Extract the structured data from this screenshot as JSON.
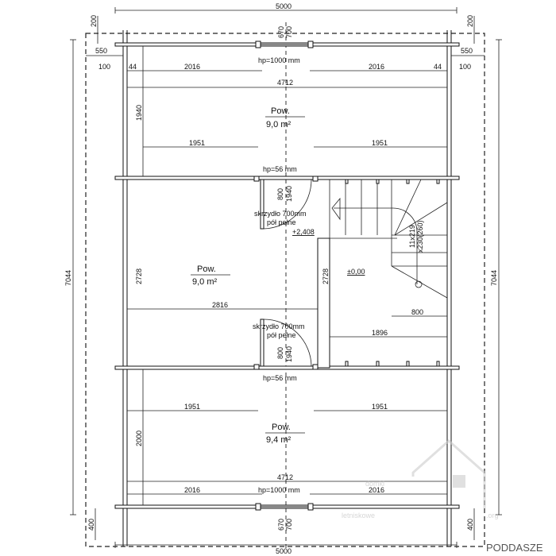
{
  "title": "PODDASZE",
  "watermark": {
    "line1": "domki",
    "line2": "letniskowe",
    "suffix": ".org"
  },
  "dimensions": {
    "overall_width": "5000",
    "overall_height": "7044",
    "overhang_top": "200",
    "overhang_bottom": "400",
    "eave": "550",
    "edge": "100",
    "wall_offset": "44",
    "window_half": "2016",
    "inner_width": "4712",
    "window_width_1": "670",
    "window_width_2": "700",
    "top_room_height": "1940",
    "room_half_width": "1951",
    "mid_room_height": "2728",
    "mid_room_width": "2816",
    "stair_room_height": "2728",
    "stair_width": "800",
    "stair_room_width": "1896",
    "bottom_room_height": "2000",
    "door_width": "800",
    "door_height": "1940"
  },
  "labels": {
    "hp_window": "hp=1000 mm",
    "hp_door": "hp=56 mm",
    "door_leaf": "skrzydło 700mm",
    "door_type": "pół pełne",
    "level_upper": "+2,408",
    "level_zero": "±0,00",
    "stairs_steps": "11x219",
    "stairs_tread": "x230(260)"
  },
  "rooms": [
    {
      "label": "Pow.",
      "area": "9,0 m²"
    },
    {
      "label": "Pow.",
      "area": "9,0 m²"
    },
    {
      "label": "Pow.",
      "area": "9,4 m²"
    }
  ]
}
